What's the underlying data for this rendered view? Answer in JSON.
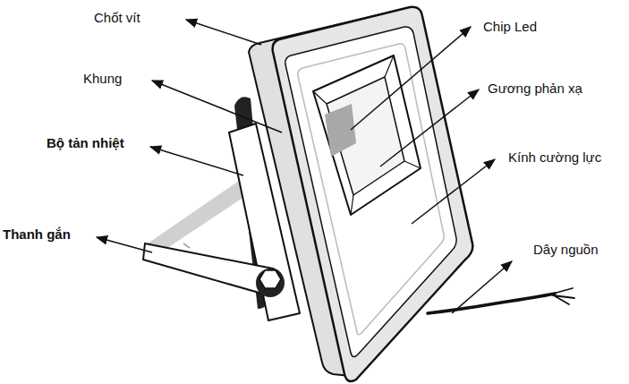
{
  "diagram": {
    "labels": [
      "Chốt vít",
      "Khung",
      "Bộ tản nhiệt",
      "Thanh gắn",
      "Chip Led",
      "Gương phản xạ",
      "Kính cường lực",
      "Dây nguồn"
    ]
  }
}
